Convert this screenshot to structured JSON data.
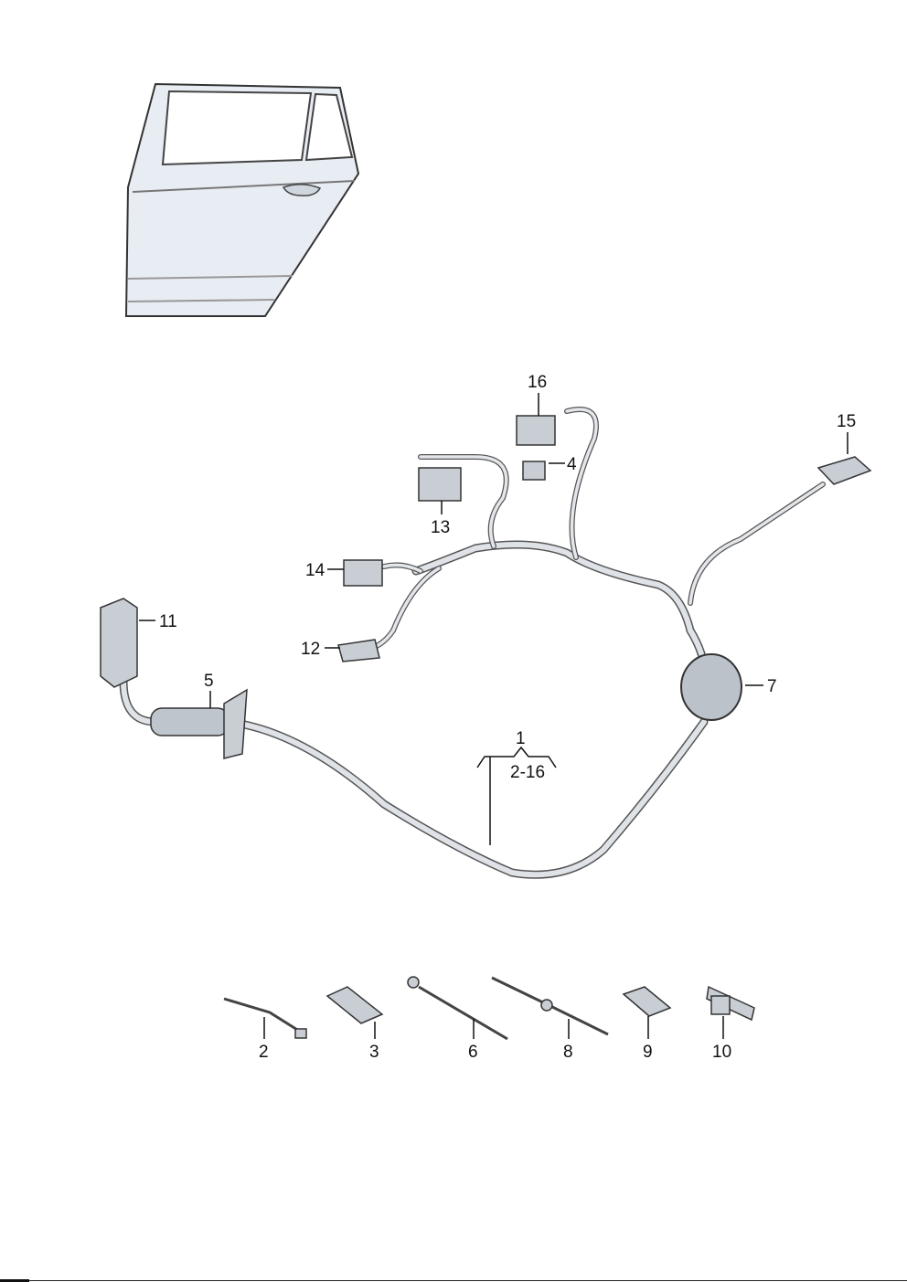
{
  "callouts": {
    "c1": "1",
    "c2_16": "2-16",
    "c2": "2",
    "c3": "3",
    "c4": "4",
    "c5": "5",
    "c6": "6",
    "c7": "7",
    "c8": "8",
    "c9": "9",
    "c10": "10",
    "c11": "11",
    "c12": "12",
    "c13": "13",
    "c14": "14",
    "c15": "15",
    "c16": "16"
  }
}
